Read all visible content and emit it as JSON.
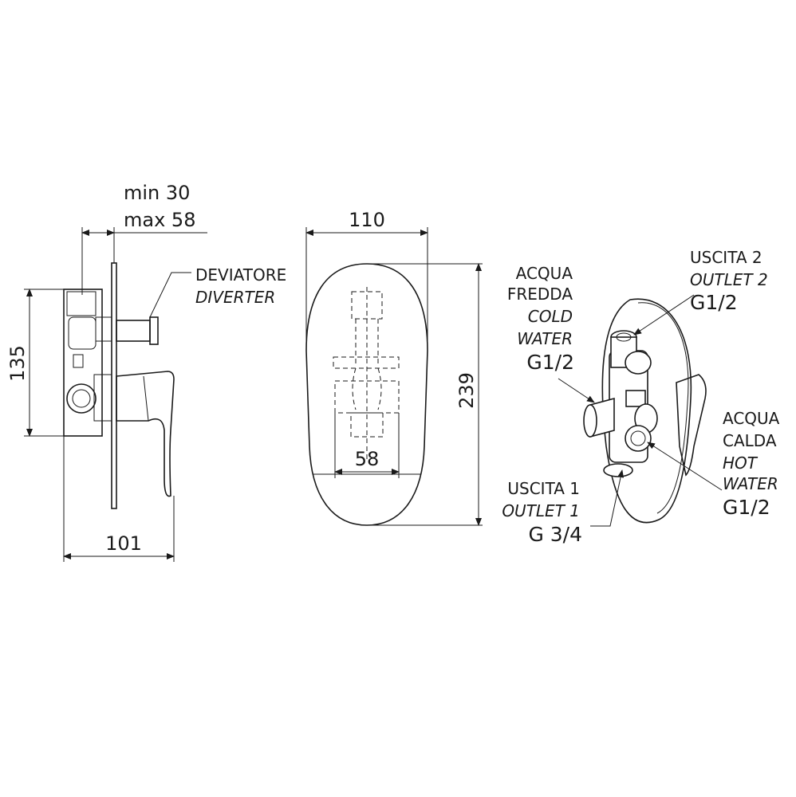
{
  "side_view": {
    "depth_min": "min 30",
    "depth_max": "max 58",
    "height": "135",
    "width": "101",
    "diverter_it": "DEVIATORE",
    "diverter_en": "DIVERTER"
  },
  "front_view": {
    "width": "110",
    "height": "239",
    "body_width": "58"
  },
  "perspective_view": {
    "cold_it_1": "ACQUA",
    "cold_it_2": "FREDDA",
    "cold_en_1": "COLD",
    "cold_en_2": "WATER",
    "cold_thread": "G1/2",
    "outlet2_it": "USCITA 2",
    "outlet2_en": "OUTLET 2",
    "outlet2_thread": "G1/2",
    "hot_it_1": "ACQUA",
    "hot_it_2": "CALDA",
    "hot_en_1": "HOT",
    "hot_en_2": "WATER",
    "hot_thread": "G1/2",
    "outlet1_it": "USCITA 1",
    "outlet1_en": "OUTLET 1",
    "outlet1_thread": "G 3/4"
  }
}
